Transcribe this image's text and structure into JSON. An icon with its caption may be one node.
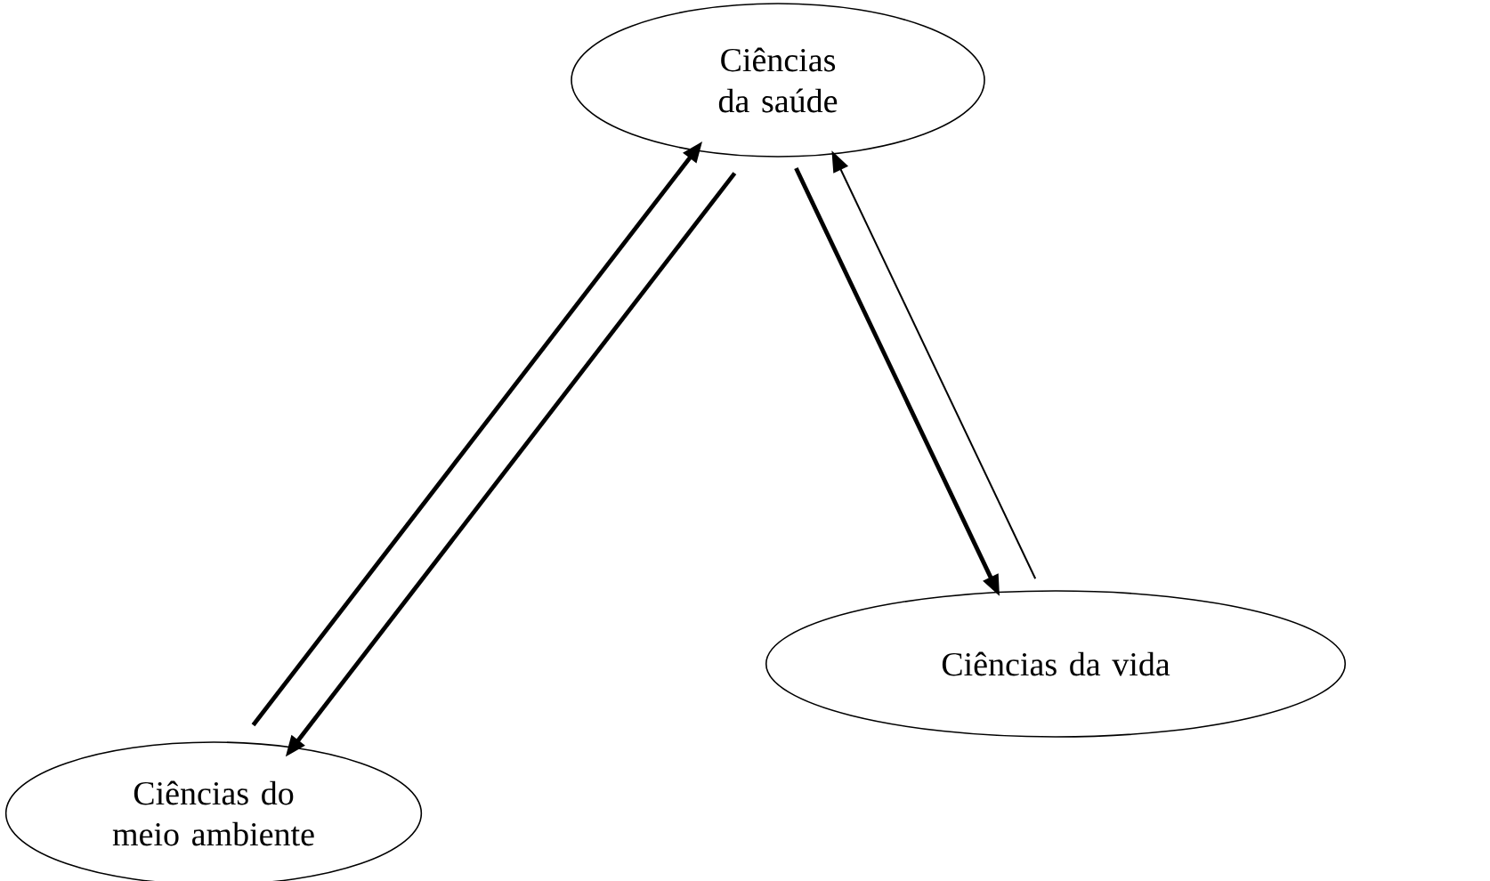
{
  "diagram": {
    "nodes": [
      {
        "text": [
          "Ciências da saúde"
        ]
      },
      {
        "text": [
          "Ciências do meio ambiente"
        ]
      },
      {
        "text": [
          "Ciências da vida"
        ]
      }
    ],
    "edges": [
      {
        "from": 1,
        "to": 0,
        "arrow": "to"
      },
      {
        "from": 0,
        "to": 1,
        "arrow": "to"
      },
      {
        "from": 2,
        "to": 0,
        "arrow": "to"
      },
      {
        "from": 0,
        "to": 2,
        "arrow": "to"
      }
    ]
  }
}
